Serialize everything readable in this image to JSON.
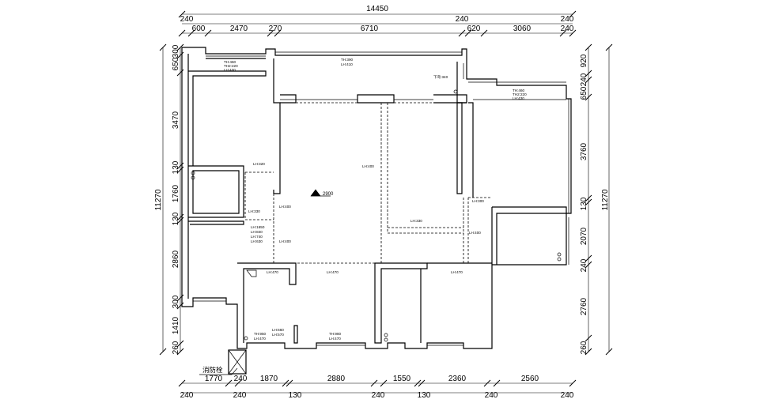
{
  "dimensions": {
    "top_total": "14450",
    "top_row1": [
      "240",
      "240",
      "240"
    ],
    "top_row2": [
      "600",
      "2470",
      "270",
      "6710",
      "620",
      "3060",
      "240"
    ],
    "bottom_row1": [
      "1770",
      "240",
      "1870",
      "2880",
      "1550",
      "2360",
      "2560"
    ],
    "bottom_row2": [
      "240",
      "240",
      "130",
      "240",
      "130",
      "240",
      "240"
    ],
    "left_outer": "11270",
    "left_segments": [
      "300",
      "650",
      "3470",
      "130",
      "1760",
      "130",
      "2860",
      "300",
      "1410",
      "260"
    ],
    "right_outer": "11270",
    "right_segments": [
      "920",
      "240",
      "650",
      "3760",
      "130",
      "2070",
      "240",
      "2760",
      "260"
    ]
  },
  "labels": {
    "tl_room": [
      "TH:460",
      "TH2:220",
      "LH:430"
    ],
    "top_center": [
      "TH:390",
      "LH:410"
    ],
    "top_right": [
      "TH:460",
      "TH2:220",
      "LH:430"
    ],
    "xiaqi": "下弯:340",
    "lh320_left": "LH:320",
    "lh400_center": "LH:400",
    "elevation": "2900",
    "lh330": "LH:330",
    "lh400_a": "LH:400",
    "lh400_b": "LH:400",
    "lh300": "LH:300",
    "lh330_right": "LH:330",
    "lh400_right": "LH:400",
    "lh470_a": "LH:470",
    "lh470_b": "LH:470",
    "lh470_c": "LH:470",
    "stack_left": [
      "LH:1650",
      "LH:840",
      "LH:740",
      "LH:630"
    ],
    "stack_bottom": [
      "LH:660",
      "LH:570"
    ],
    "th_bottom_left": [
      "TH:950",
      "LH:470"
    ],
    "th_bottom_center": [
      "TH:980",
      "LH:470"
    ],
    "fire_hydrant": "消防栓"
  }
}
